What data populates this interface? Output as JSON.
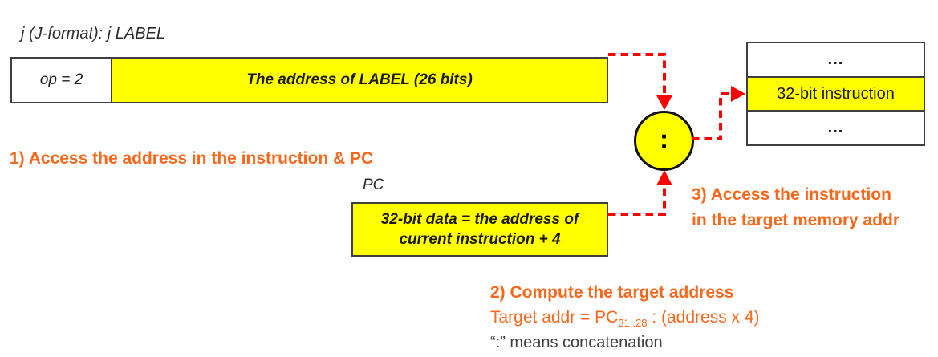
{
  "colors": {
    "highlight_yellow": "#ffff00",
    "arrow_red": "#ff0000",
    "step_orange": "#f8681c",
    "box_border": "#3f3f3f",
    "text_dark": "#1a1a1a"
  },
  "title": "j (J-format): j LABEL",
  "instruction_bar": {
    "op_field": "op = 2",
    "address_field": "The address of LABEL (26 bits)"
  },
  "memory_box": {
    "rows": [
      "...",
      "32-bit instruction",
      "..."
    ]
  },
  "concat_circle": {
    "symbol": ":"
  },
  "pc": {
    "label": "PC",
    "value_line1": "32-bit data = the address of",
    "value_line2": "current instruction + 4"
  },
  "steps": {
    "step1": "1) Access the address in the instruction & PC",
    "step2_title": "2) Compute the target address",
    "step2_formula_prefix": "Target addr = PC",
    "step2_formula_subscript": "31..28",
    "step2_formula_suffix": " : (address x 4)",
    "step2_note": "“:” means concatenation",
    "step3_line1": "3) Access the instruction",
    "step3_line2": "in the target memory addr"
  }
}
